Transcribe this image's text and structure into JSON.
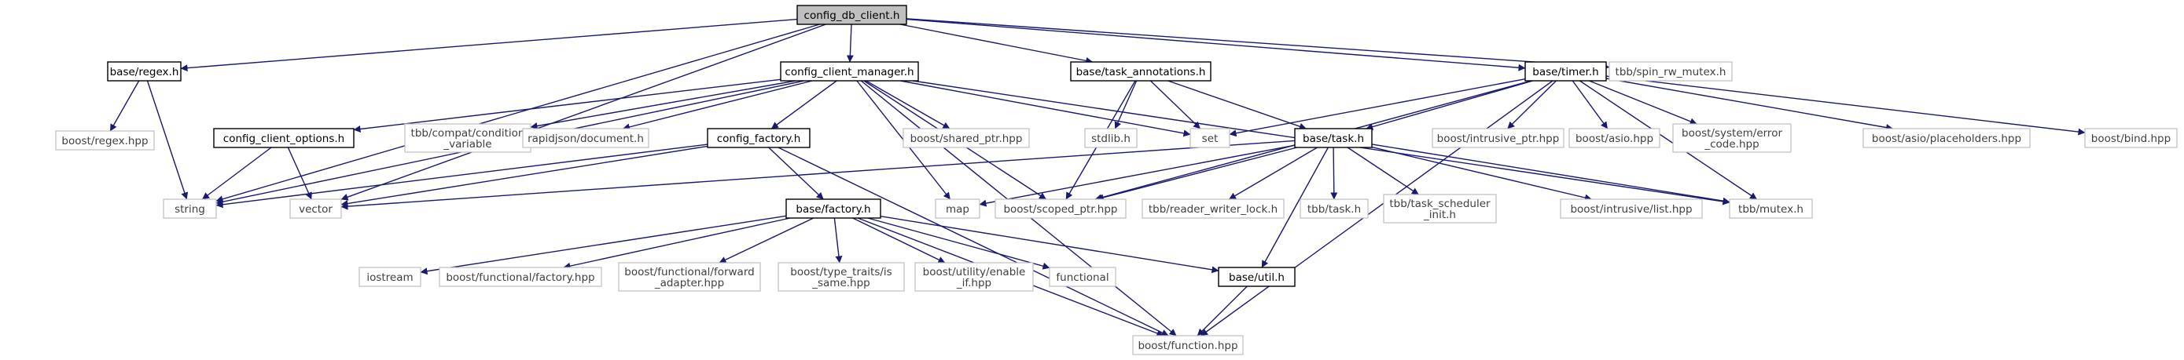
{
  "colors": {
    "edge": "#191970",
    "root_fill": "#bfbfbf",
    "internal_border": "#000000",
    "external_border": "#bfbfbf",
    "text_internal": "#000000",
    "text_external": "#404040"
  },
  "nodes": [
    {
      "id": "config_db_client",
      "lines": [
        "config_db_client.h"
      ],
      "kind": "root"
    },
    {
      "id": "base_regex",
      "lines": [
        "base/regex.h"
      ],
      "kind": "internal"
    },
    {
      "id": "config_client_manager",
      "lines": [
        "config_client_manager.h"
      ],
      "kind": "internal"
    },
    {
      "id": "base_task_annotations",
      "lines": [
        "base/task_annotations.h"
      ],
      "kind": "internal"
    },
    {
      "id": "base_timer",
      "lines": [
        "base/timer.h"
      ],
      "kind": "internal"
    },
    {
      "id": "tbb_spin_rw_mutex",
      "lines": [
        "tbb/spin_rw_mutex.h"
      ],
      "kind": "external"
    },
    {
      "id": "boost_regex",
      "lines": [
        "boost/regex.hpp"
      ],
      "kind": "external"
    },
    {
      "id": "string",
      "lines": [
        "string"
      ],
      "kind": "external"
    },
    {
      "id": "config_client_options",
      "lines": [
        "config_client_options.h"
      ],
      "kind": "internal"
    },
    {
      "id": "tbb_compat_cv",
      "lines": [
        "tbb/compat/condition",
        "_variable"
      ],
      "kind": "external"
    },
    {
      "id": "rapidjson_document",
      "lines": [
        "rapidjson/document.h"
      ],
      "kind": "external"
    },
    {
      "id": "config_factory",
      "lines": [
        "config_factory.h"
      ],
      "kind": "internal"
    },
    {
      "id": "boost_shared_ptr",
      "lines": [
        "boost/shared_ptr.hpp"
      ],
      "kind": "external"
    },
    {
      "id": "stdlib",
      "lines": [
        "stdlib.h"
      ],
      "kind": "external"
    },
    {
      "id": "set",
      "lines": [
        "set"
      ],
      "kind": "external"
    },
    {
      "id": "base_task",
      "lines": [
        "base/task.h"
      ],
      "kind": "internal"
    },
    {
      "id": "vector",
      "lines": [
        "vector"
      ],
      "kind": "external"
    },
    {
      "id": "map",
      "lines": [
        "map"
      ],
      "kind": "external"
    },
    {
      "id": "boost_scoped_ptr",
      "lines": [
        "boost/scoped_ptr.hpp"
      ],
      "kind": "external"
    },
    {
      "id": "tbb_reader_writer_lock",
      "lines": [
        "tbb/reader_writer_lock.h"
      ],
      "kind": "external"
    },
    {
      "id": "tbb_task",
      "lines": [
        "tbb/task.h"
      ],
      "kind": "external"
    },
    {
      "id": "tbb_task_scheduler_init",
      "lines": [
        "tbb/task_scheduler",
        "_init.h"
      ],
      "kind": "external"
    },
    {
      "id": "boost_intrusive_list",
      "lines": [
        "boost/intrusive/list.hpp"
      ],
      "kind": "external"
    },
    {
      "id": "tbb_mutex",
      "lines": [
        "tbb/mutex.h"
      ],
      "kind": "external"
    },
    {
      "id": "boost_intrusive_ptr",
      "lines": [
        "boost/intrusive_ptr.hpp"
      ],
      "kind": "external"
    },
    {
      "id": "boost_asio",
      "lines": [
        "boost/asio.hpp"
      ],
      "kind": "external"
    },
    {
      "id": "boost_system_error_code",
      "lines": [
        "boost/system/error",
        "_code.hpp"
      ],
      "kind": "external"
    },
    {
      "id": "boost_asio_placeholders",
      "lines": [
        "boost/asio/placeholders.hpp"
      ],
      "kind": "external"
    },
    {
      "id": "boost_bind",
      "lines": [
        "boost/bind.hpp"
      ],
      "kind": "external"
    },
    {
      "id": "base_factory",
      "lines": [
        "base/factory.h"
      ],
      "kind": "internal"
    },
    {
      "id": "iostream",
      "lines": [
        "iostream"
      ],
      "kind": "external"
    },
    {
      "id": "boost_functional_factory",
      "lines": [
        "boost/functional/factory.hpp"
      ],
      "kind": "external"
    },
    {
      "id": "boost_functional_forward_adapter",
      "lines": [
        "boost/functional/forward",
        "_adapter.hpp"
      ],
      "kind": "external"
    },
    {
      "id": "boost_type_traits_is_same",
      "lines": [
        "boost/type_traits/is",
        "_same.hpp"
      ],
      "kind": "external"
    },
    {
      "id": "boost_utility_enable_if",
      "lines": [
        "boost/utility/enable",
        "_if.hpp"
      ],
      "kind": "external"
    },
    {
      "id": "functional",
      "lines": [
        "functional"
      ],
      "kind": "external"
    },
    {
      "id": "base_util",
      "lines": [
        "base/util.h"
      ],
      "kind": "internal"
    },
    {
      "id": "boost_function",
      "lines": [
        "boost/function.hpp"
      ],
      "kind": "external"
    }
  ],
  "edges": [
    [
      "config_db_client",
      "base_regex"
    ],
    [
      "config_db_client",
      "config_client_manager"
    ],
    [
      "config_db_client",
      "base_task_annotations"
    ],
    [
      "config_db_client",
      "base_timer"
    ],
    [
      "config_db_client",
      "tbb_spin_rw_mutex"
    ],
    [
      "config_db_client",
      "string"
    ],
    [
      "config_db_client",
      "vector"
    ],
    [
      "base_regex",
      "boost_regex"
    ],
    [
      "base_regex",
      "string"
    ],
    [
      "config_client_manager",
      "config_client_options"
    ],
    [
      "config_client_manager",
      "tbb_compat_cv"
    ],
    [
      "config_client_manager",
      "rapidjson_document"
    ],
    [
      "config_client_manager",
      "config_factory"
    ],
    [
      "config_client_manager",
      "boost_shared_ptr"
    ],
    [
      "config_client_manager",
      "set"
    ],
    [
      "config_client_manager",
      "map"
    ],
    [
      "config_client_manager",
      "boost_scoped_ptr"
    ],
    [
      "config_client_manager",
      "string"
    ],
    [
      "config_client_manager",
      "tbb_mutex"
    ],
    [
      "config_client_manager",
      "boost_function"
    ],
    [
      "config_client_options",
      "string"
    ],
    [
      "config_client_options",
      "vector"
    ],
    [
      "config_factory",
      "string"
    ],
    [
      "config_factory",
      "vector"
    ],
    [
      "config_factory",
      "base_factory"
    ],
    [
      "config_factory",
      "boost_function"
    ],
    [
      "base_task_annotations",
      "stdlib"
    ],
    [
      "base_task_annotations",
      "set"
    ],
    [
      "base_task_annotations",
      "base_task"
    ],
    [
      "base_task_annotations",
      "boost_scoped_ptr"
    ],
    [
      "base_timer",
      "set"
    ],
    [
      "base_timer",
      "base_task"
    ],
    [
      "base_timer",
      "boost_scoped_ptr"
    ],
    [
      "base_timer",
      "boost_intrusive_ptr"
    ],
    [
      "base_timer",
      "boost_asio"
    ],
    [
      "base_timer",
      "boost_system_error_code"
    ],
    [
      "base_timer",
      "boost_asio_placeholders"
    ],
    [
      "base_timer",
      "boost_bind"
    ],
    [
      "base_timer",
      "tbb_mutex"
    ],
    [
      "base_timer",
      "boost_function"
    ],
    [
      "base_task",
      "vector"
    ],
    [
      "base_task",
      "map"
    ],
    [
      "base_task",
      "boost_scoped_ptr"
    ],
    [
      "base_task",
      "tbb_reader_writer_lock"
    ],
    [
      "base_task",
      "tbb_task"
    ],
    [
      "base_task",
      "tbb_task_scheduler_init"
    ],
    [
      "base_task",
      "boost_intrusive_list"
    ],
    [
      "base_task",
      "tbb_mutex"
    ],
    [
      "base_task",
      "base_util"
    ],
    [
      "base_factory",
      "iostream"
    ],
    [
      "base_factory",
      "boost_functional_factory"
    ],
    [
      "base_factory",
      "boost_functional_forward_adapter"
    ],
    [
      "base_factory",
      "boost_type_traits_is_same"
    ],
    [
      "base_factory",
      "boost_utility_enable_if"
    ],
    [
      "base_factory",
      "functional"
    ],
    [
      "base_factory",
      "base_util"
    ],
    [
      "base_factory",
      "boost_function"
    ],
    [
      "base_util",
      "boost_function"
    ]
  ]
}
